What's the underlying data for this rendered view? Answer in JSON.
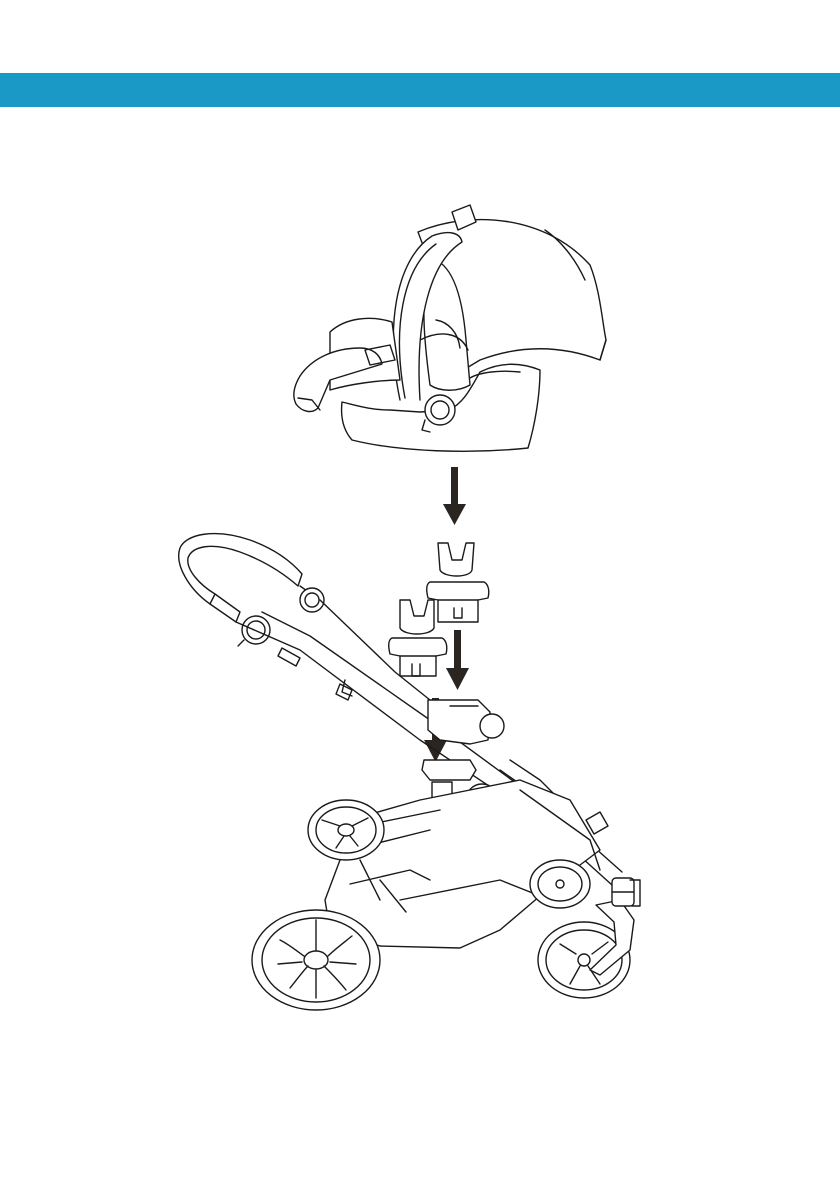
{
  "page": {
    "header_bar_color": "#1a98c6",
    "illustration": {
      "subject": "car-seat-adapter-installation",
      "parts": [
        "infant-car-seat",
        "car-seat-adapter-left",
        "car-seat-adapter-right",
        "stroller-frame"
      ],
      "arrow_color": "#2b2522",
      "line_color": "#1a1a1a"
    }
  }
}
